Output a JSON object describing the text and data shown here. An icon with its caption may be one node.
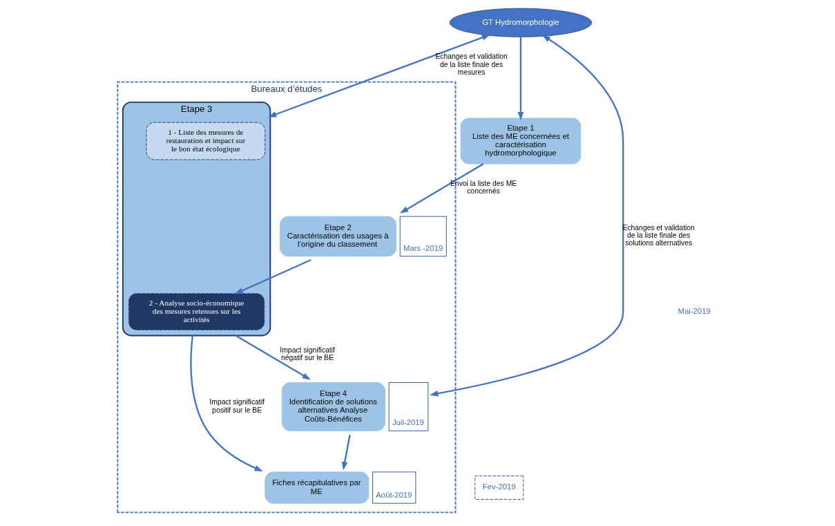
{
  "diagram": {
    "nodes": [
      {
        "text": [
          "Bureaux d’études"
        ],
        "beside": [
          "Fev-2019"
        ]
      },
      {
        "text": [
          "Etape 1",
          "Liste des ME concernées et caractérisation hydromorphologique"
        ]
      },
      {
        "text": [
          "Etape 2",
          "Caractérisation des usages à l’origine du classement"
        ],
        "in": 0,
        "beside": [
          "Mars -2019"
        ]
      },
      {
        "text": [
          "Etape 3"
        ],
        "in": 0
      },
      {
        "text": [
          "1 - Liste des mesures de restauration et impact sur le bon état écologique"
        ],
        "in": 3
      },
      {
        "text": [
          "2 - Analyse socio-économique des mesures retenues sur les activités"
        ],
        "in": 3
      },
      {
        "text": [
          "GT Hydromorphologie"
        ]
      },
      {
        "text": [
          "Etape 4",
          "Identification de solutions alternatives Analyse Coûts-Bénéfices"
        ],
        "in": 0,
        "beside": [
          "Juil-2019"
        ]
      },
      {
        "text": [
          "Fiches récapitulatives par ME"
        ],
        "in": 0,
        "beside": [
          "Août-2019"
        ]
      }
    ],
    "edges": [
      {
        "from": 6,
        "to": 1,
        "arrow": "to"
      },
      {
        "from": 1,
        "to": 2,
        "arrow": "to",
        "label": "Envoi la liste des ME concernés"
      },
      {
        "from": 6,
        "to": 3,
        "arrow": "both",
        "label": "Echanges et validation de la liste finale des mesures"
      },
      {
        "from": 2,
        "to": 5,
        "arrow": "to"
      },
      {
        "from": 3,
        "to": 7,
        "arrow": "to",
        "label": "Impact significatif négatif sur le BE"
      },
      {
        "from": 3,
        "to": 8,
        "arrow": "to",
        "label": "Impact significatif positif sur le BE"
      },
      {
        "from": 6,
        "to": 7,
        "arrow": "both",
        "label": "Echanges et validation de la liste finale des solutions alternatives"
      },
      {
        "from": 7,
        "to": 8,
        "arrow": "to"
      }
    ],
    "labels": [
      "Mai-2019"
    ]
  }
}
